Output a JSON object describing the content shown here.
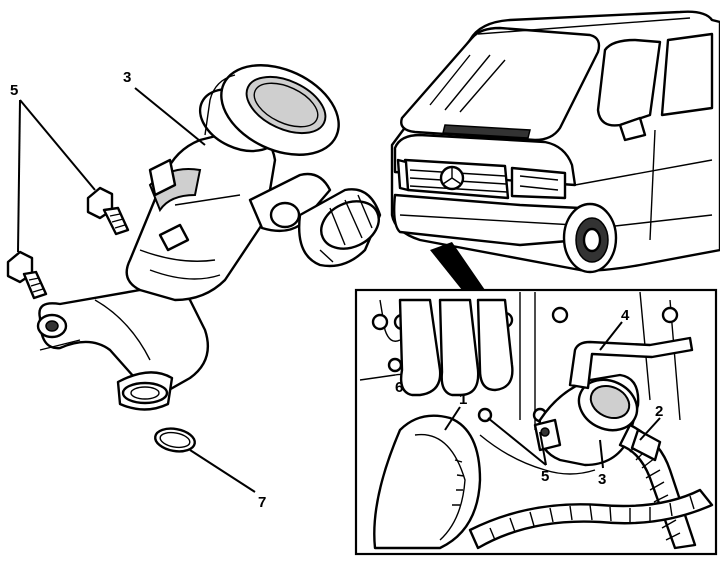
{
  "callouts": {
    "exploded": {
      "bolts": "5",
      "valve": "3",
      "gasket": "7"
    },
    "inset": {
      "pipe": "4",
      "hose": "2",
      "valve": "3",
      "bolts": "5",
      "pulley": "1",
      "manifold": "6"
    }
  },
  "colors": {
    "ink": "#000000",
    "paper": "#ffffff",
    "shade": "#cfcfcf"
  }
}
